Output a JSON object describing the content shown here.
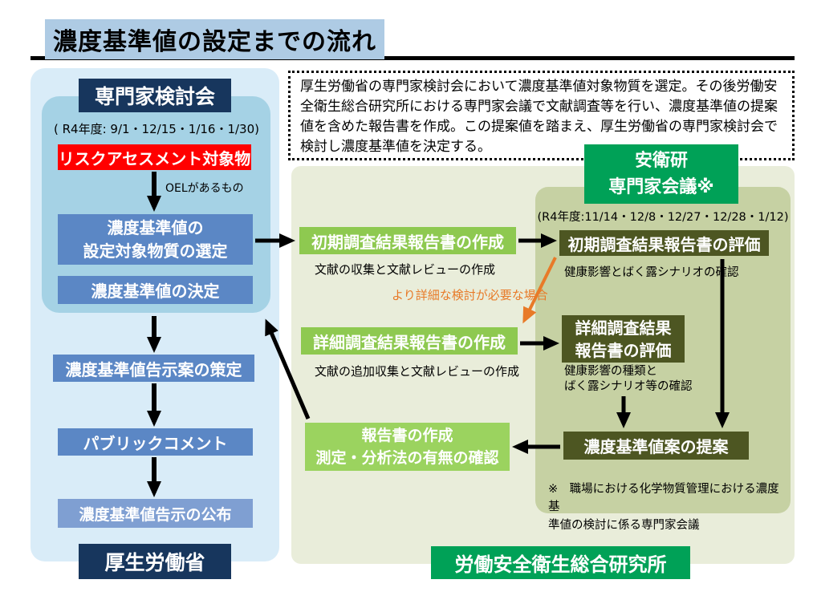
{
  "title": "濃度基準値の設定までの流れ",
  "intro": {
    "text": "厚生労働省の専門家検討会において濃度基準値対象物質を選定。その後労働安全衛生総合研究所における専門家会議で文献調査等を行い、濃度基準値の提案値を含めた報告書を作成。この提案値を踏まえ、厚生労働省の専門家検討会で検討し濃度基準値を決定する。"
  },
  "mhlw": {
    "header": "専門家検討会",
    "schedule": "( R4年度: 9/1・12/15・1/16・1/30)",
    "risk_target": "リスクアセスメント対象物",
    "oel_note": "OELがあるもの",
    "selection_line1": "濃度基準値の",
    "selection_line2": "設定対象物質の選定",
    "decision": "濃度基準値の決定",
    "draft": "濃度基準値告示案の策定",
    "public_comment": "パブリックコメント",
    "publication": "濃度基準値告示の公布",
    "org": "厚生労働省"
  },
  "niosh": {
    "header_line1": "安衛研",
    "header_line2": "専門家会議※",
    "schedule": "(R4年度:11/14・12/8・12/27・12/28・1/12)",
    "initial_eval": "初期調査結果報告書の評価",
    "initial_eval_note": "健康影響とばく露シナリオの確認",
    "detailed_eval_line1": "詳細調査結果",
    "detailed_eval_line2": "報告書の評価",
    "detailed_eval_note_line1": "健康影響の種類と",
    "detailed_eval_note_line2": "ばく露シナリオ等の確認",
    "proposal": "濃度基準値案の提案",
    "footnote_line1": "※　職場における化学物質管理における濃度基",
    "footnote_line2": "準値の検討に係る専門家会議",
    "org": "労働安全衛生総合研究所"
  },
  "process": {
    "initial_create": "初期調査結果報告書の作成",
    "initial_create_note": "文献の収集と文献レビューの作成",
    "branch_note": "より詳細な検討が必要な場合",
    "detailed_create": "詳細調査結果報告書の作成",
    "detailed_create_note": "文献の追加収集と文献レビューの作成",
    "final_report_line1": "報告書の作成",
    "final_report_line2": "測定・分析法の有無の確認"
  },
  "colors": {
    "title_highlight": "#aecbe4",
    "navy": "#17365d",
    "red": "#ff0000",
    "blue_box": "#5b87c5",
    "blue_box_light": "#7f9fd2",
    "mhlw_panel": "#d9ecf8",
    "mhlw_inner_panel": "#a5d2e5",
    "green": "#00a157",
    "light_green_box": "#8ec950",
    "lighter_green_box": "#9bd35f",
    "dark_olive": "#4d5622",
    "niosh_panel": "#e9edda",
    "niosh_inner_panel": "#c6d1a3",
    "orange": "#e87a28",
    "arrow": "#000000"
  }
}
